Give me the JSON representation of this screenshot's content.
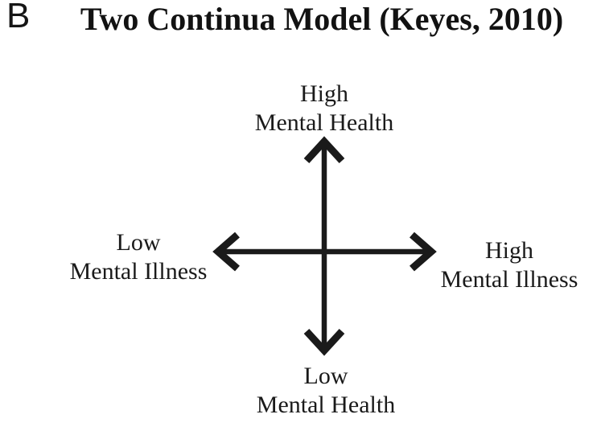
{
  "panel_label": "B",
  "title": "Two Continua Model (Keyes, 2010)",
  "colors": {
    "ink": "#1a1a1a",
    "background": "#ffffff"
  },
  "diagram": {
    "type": "two-axis-cross",
    "description": "Two perpendicular double-headed arrows forming orthogonal continua",
    "labels": {
      "top": {
        "line1": "High",
        "line2": "Mental Health"
      },
      "bottom": {
        "line1": "Low",
        "line2": "Mental Health"
      },
      "left": {
        "line1": "Low",
        "line2": "Mental Illness"
      },
      "right": {
        "line1": "High",
        "line2": "Mental Illness"
      }
    }
  }
}
